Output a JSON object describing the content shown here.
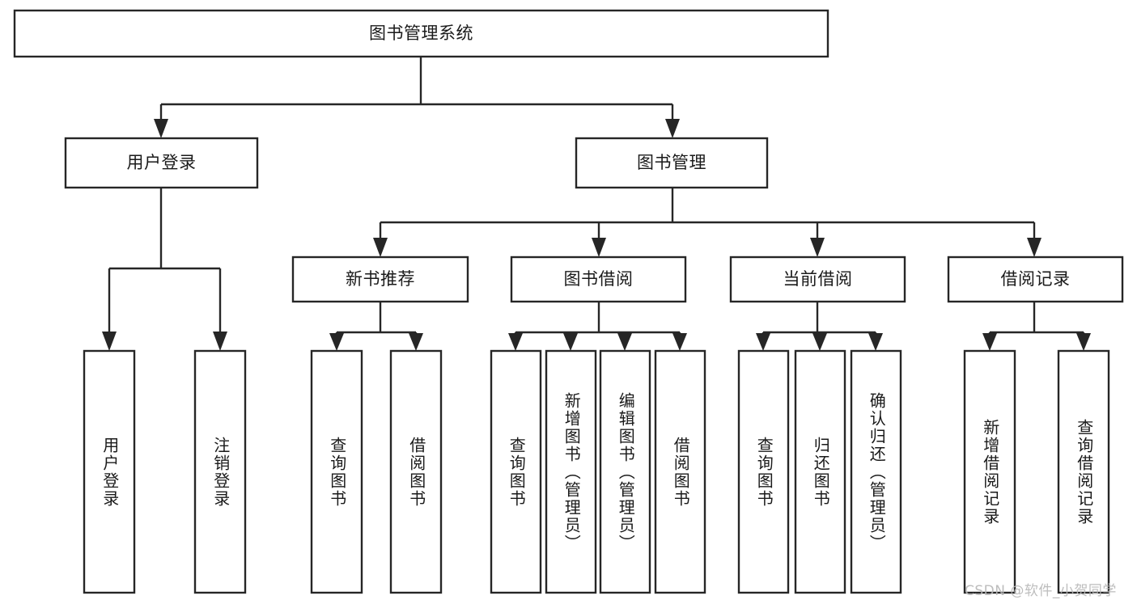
{
  "diagram": {
    "type": "hierarchy-tree",
    "title": "图书管理系统",
    "colors": {
      "stroke": "#262626",
      "box_fill": "#ffffff",
      "text": "#1a1a1a",
      "background": "#ffffff",
      "watermark": "#b8b8b8"
    },
    "levels": [
      {
        "level": 1,
        "nodes": [
          {
            "id": "root",
            "label": "图书管理系统",
            "orientation": "horizontal"
          }
        ]
      },
      {
        "level": 2,
        "nodes": [
          {
            "id": "user-login",
            "label": "用户登录",
            "orientation": "horizontal",
            "parent": "root"
          },
          {
            "id": "book-manage",
            "label": "图书管理",
            "orientation": "horizontal",
            "parent": "root"
          }
        ]
      },
      {
        "level": 3,
        "nodes": [
          {
            "id": "new-book-recommend",
            "label": "新书推荐",
            "orientation": "horizontal",
            "parent": "book-manage"
          },
          {
            "id": "book-borrow",
            "label": "图书借阅",
            "orientation": "horizontal",
            "parent": "book-manage"
          },
          {
            "id": "current-borrow",
            "label": "当前借阅",
            "orientation": "horizontal",
            "parent": "book-manage"
          },
          {
            "id": "borrow-record",
            "label": "借阅记录",
            "orientation": "horizontal",
            "parent": "book-manage"
          }
        ]
      },
      {
        "level": 4,
        "nodes": [
          {
            "id": "leaf-user-login",
            "label": "用户登录",
            "orientation": "vertical",
            "parent": "user-login"
          },
          {
            "id": "leaf-logout-login",
            "label": "注销登录",
            "orientation": "vertical",
            "parent": "user-login"
          },
          {
            "id": "leaf-query-book-1",
            "label": "查询图书",
            "orientation": "vertical",
            "parent": "new-book-recommend"
          },
          {
            "id": "leaf-borrow-book-1",
            "label": "借阅图书",
            "orientation": "vertical",
            "parent": "new-book-recommend"
          },
          {
            "id": "leaf-query-book-2",
            "label": "查询图书",
            "orientation": "vertical",
            "parent": "book-borrow"
          },
          {
            "id": "leaf-add-book",
            "label": "新增图书（管理员）",
            "orientation": "vertical",
            "parent": "book-borrow"
          },
          {
            "id": "leaf-edit-book",
            "label": "编辑图书（管理员）",
            "orientation": "vertical",
            "parent": "book-borrow"
          },
          {
            "id": "leaf-borrow-book-2",
            "label": "借阅图书",
            "orientation": "vertical",
            "parent": "book-borrow"
          },
          {
            "id": "leaf-query-book-3",
            "label": "查询图书",
            "orientation": "vertical",
            "parent": "current-borrow"
          },
          {
            "id": "leaf-return-book",
            "label": "归还图书",
            "orientation": "vertical",
            "parent": "current-borrow"
          },
          {
            "id": "leaf-confirm-return",
            "label": "确认归还（管理员）",
            "orientation": "vertical",
            "parent": "current-borrow"
          },
          {
            "id": "leaf-add-record",
            "label": "新增借阅记录",
            "orientation": "vertical",
            "parent": "borrow-record"
          },
          {
            "id": "leaf-query-record",
            "label": "查询借阅记录",
            "orientation": "vertical",
            "parent": "borrow-record"
          }
        ]
      }
    ]
  },
  "watermark": {
    "text": "CSDN @软件_小贺同学"
  }
}
